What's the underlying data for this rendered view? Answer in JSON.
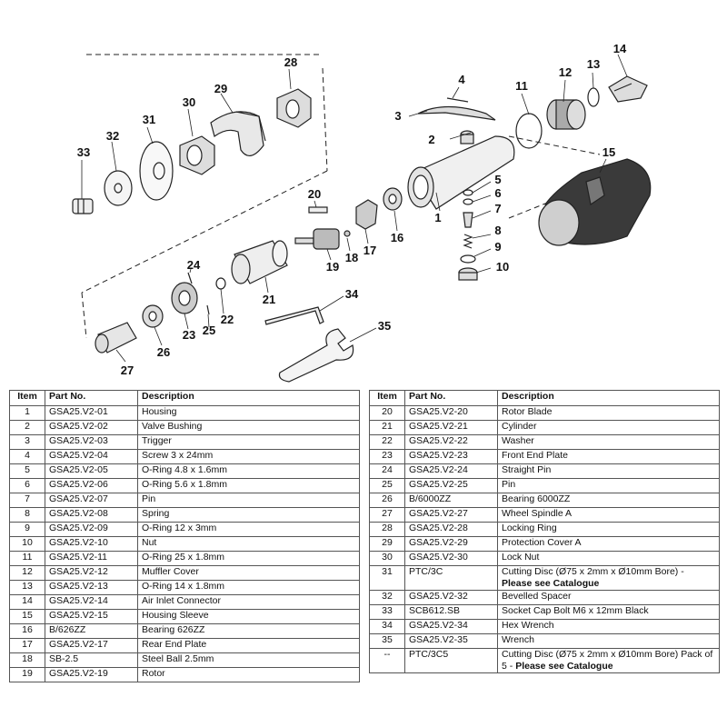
{
  "diagram": {
    "callouts": [
      "1",
      "2",
      "3",
      "4",
      "5",
      "6",
      "7",
      "8",
      "9",
      "10",
      "11",
      "12",
      "13",
      "14",
      "15",
      "16",
      "17",
      "18",
      "19",
      "20",
      "21",
      "22",
      "23",
      "24",
      "25",
      "26",
      "27",
      "28",
      "29",
      "30",
      "31",
      "32",
      "33",
      "34",
      "35"
    ]
  },
  "table_headers": {
    "item": "Item",
    "part_no": "Part No.",
    "description": "Description"
  },
  "parts_left": [
    {
      "item": "1",
      "part": "GSA25.V2-01",
      "desc": "Housing"
    },
    {
      "item": "2",
      "part": "GSA25.V2-02",
      "desc": "Valve Bushing"
    },
    {
      "item": "3",
      "part": "GSA25.V2-03",
      "desc": "Trigger"
    },
    {
      "item": "4",
      "part": "GSA25.V2-04",
      "desc": "Screw 3 x 24mm"
    },
    {
      "item": "5",
      "part": "GSA25.V2-05",
      "desc": "O-Ring 4.8 x 1.6mm"
    },
    {
      "item": "6",
      "part": "GSA25.V2-06",
      "desc": "O-Ring 5.6 x 1.8mm"
    },
    {
      "item": "7",
      "part": "GSA25.V2-07",
      "desc": "Pin"
    },
    {
      "item": "8",
      "part": "GSA25.V2-08",
      "desc": "Spring"
    },
    {
      "item": "9",
      "part": "GSA25.V2-09",
      "desc": "O-Ring 12 x 3mm"
    },
    {
      "item": "10",
      "part": "GSA25.V2-10",
      "desc": "Nut"
    },
    {
      "item": "11",
      "part": "GSA25.V2-11",
      "desc": "O-Ring 25 x 1.8mm"
    },
    {
      "item": "12",
      "part": "GSA25.V2-12",
      "desc": "Muffler Cover"
    },
    {
      "item": "13",
      "part": "GSA25.V2-13",
      "desc": "O-Ring 14 x 1.8mm"
    },
    {
      "item": "14",
      "part": "GSA25.V2-14",
      "desc": "Air Inlet Connector"
    },
    {
      "item": "15",
      "part": "GSA25.V2-15",
      "desc": "Housing Sleeve"
    },
    {
      "item": "16",
      "part": "B/626ZZ",
      "desc": "Bearing 626ZZ"
    },
    {
      "item": "17",
      "part": "GSA25.V2-17",
      "desc": "Rear End Plate"
    },
    {
      "item": "18",
      "part": "SB-2.5",
      "desc": "Steel Ball 2.5mm"
    },
    {
      "item": "19",
      "part": "GSA25.V2-19",
      "desc": "Rotor"
    }
  ],
  "parts_right": [
    {
      "item": "20",
      "part": "GSA25.V2-20",
      "desc": "Rotor Blade"
    },
    {
      "item": "21",
      "part": "GSA25.V2-21",
      "desc": "Cylinder"
    },
    {
      "item": "22",
      "part": "GSA25.V2-22",
      "desc": "Washer"
    },
    {
      "item": "23",
      "part": "GSA25.V2-23",
      "desc": "Front End Plate"
    },
    {
      "item": "24",
      "part": "GSA25.V2-24",
      "desc": "Straight Pin"
    },
    {
      "item": "25",
      "part": "GSA25.V2-25",
      "desc": "Pin"
    },
    {
      "item": "26",
      "part": "B/6000ZZ",
      "desc": "Bearing 6000ZZ"
    },
    {
      "item": "27",
      "part": "GSA25.V2-27",
      "desc": "Wheel Spindle A"
    },
    {
      "item": "28",
      "part": "GSA25.V2-28",
      "desc": "Locking Ring"
    },
    {
      "item": "29",
      "part": "GSA25.V2-29",
      "desc": "Protection Cover A"
    },
    {
      "item": "30",
      "part": "GSA25.V2-30",
      "desc": "Lock Nut"
    },
    {
      "item": "31",
      "part": "PTC/3C",
      "desc": "Cutting Disc (Ø75 x 2mm x Ø10mm Bore) -",
      "note": "Please see Catalogue"
    },
    {
      "item": "32",
      "part": "GSA25.V2-32",
      "desc": "Bevelled Spacer"
    },
    {
      "item": "33",
      "part": "SCB612.SB",
      "desc": "Socket Cap Bolt M6 x 12mm Black"
    },
    {
      "item": "34",
      "part": "GSA25.V2-34",
      "desc": "Hex Wrench"
    },
    {
      "item": "35",
      "part": "GSA25.V2-35",
      "desc": "Wrench"
    },
    {
      "item": "--",
      "part": "PTC/3C5",
      "desc": "Cutting Disc (Ø75 x 2mm x Ø10mm Bore) Pack of 5 -",
      "note": "Please see Catalogue"
    }
  ]
}
